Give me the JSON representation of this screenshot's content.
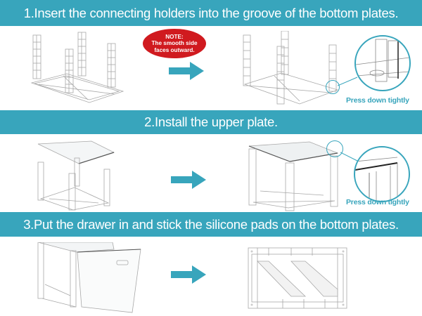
{
  "steps": [
    {
      "label": "1.Insert the connecting holders into the groove of the bottom plates.",
      "note": {
        "line1": "NOTE:",
        "line2": "The smooth side",
        "line3": "faces outward."
      },
      "detail_caption": "Press down tightly"
    },
    {
      "label": "2.Install the upper plate.",
      "detail_caption": "Press down tightly"
    },
    {
      "label": "3.Put the drawer in and stick the silicone pads on the bottom plates."
    }
  ],
  "icons": {
    "arrow": "right-arrow-icon"
  },
  "colors": {
    "banner": "#38a5bc",
    "note": "#d01a1f",
    "caption": "#38a5bc",
    "line": "#9a9a9a"
  }
}
